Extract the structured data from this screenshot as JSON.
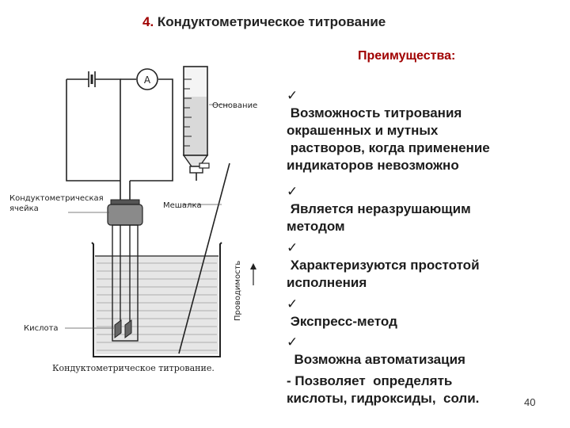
{
  "title": {
    "number": "4.",
    "text": "Кондуктометрическое титрование"
  },
  "advantages_heading": "Преимущества:",
  "advantages": [
    {
      "check": "✓",
      "lines": [
        " Возможность титрования",
        "окрашенных и мутных",
        " растворов, когда применение",
        "индикаторов невозможно"
      ]
    },
    {
      "check": "✓",
      "lines": [
        " Является неразрушающим",
        "методом"
      ]
    },
    {
      "check": "✓",
      "lines": [
        " Характеризуются простотой",
        "исполнения"
      ]
    },
    {
      "check": "✓",
      "lines": [
        " Экспресс-метод"
      ]
    },
    {
      "check": "✓",
      "lines": [
        "  Возможна автоматизация"
      ]
    },
    {
      "check": "",
      "lines": [
        "- Позволяет  определять",
        "кислоты, гидроксиды,  соли."
      ]
    }
  ],
  "diagram": {
    "ammeter_symbol": "A",
    "label_base": "Основание",
    "label_cell_line1": "Кондуктометрическая",
    "label_cell_line2": "ячейка",
    "label_stirrer": "Мешалка",
    "label_acid": "Кислота",
    "label_conductivity": "Проводимость",
    "caption": "Кондуктометрическое титрование."
  },
  "slide_number": "40"
}
